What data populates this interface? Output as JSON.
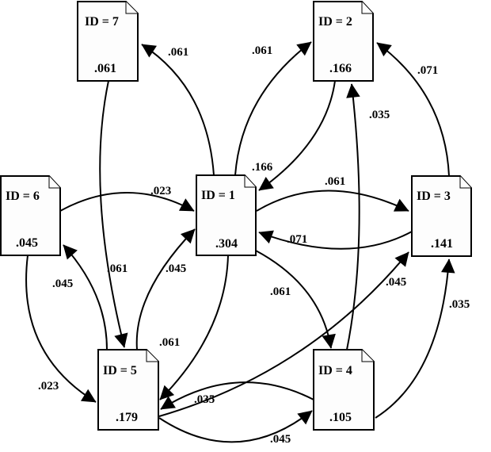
{
  "nodes": [
    {
      "id_label": "ID = 1",
      "value": ".304"
    },
    {
      "id_label": "ID = 2",
      "value": ".166"
    },
    {
      "id_label": "ID = 3",
      "value": ".141"
    },
    {
      "id_label": "ID = 4",
      "value": ".105"
    },
    {
      "id_label": "ID = 5",
      "value": ".179"
    },
    {
      "id_label": "ID = 6",
      "value": ".045"
    },
    {
      "id_label": "ID = 7",
      "value": ".061"
    }
  ],
  "edges": [
    {
      "from": 1,
      "to": 7,
      "label": ".061"
    },
    {
      "from": 1,
      "to": 2,
      "label": ".061"
    },
    {
      "from": 2,
      "to": 1,
      "label": ".166"
    },
    {
      "from": 3,
      "to": 2,
      "label": ".071"
    },
    {
      "from": 4,
      "to": 2,
      "label": ".035"
    },
    {
      "from": 6,
      "to": 1,
      "label": ".023"
    },
    {
      "from": 1,
      "to": 3,
      "label": ".061"
    },
    {
      "from": 3,
      "to": 1,
      "label": ".071"
    },
    {
      "from": 7,
      "to": 5,
      "label": ".061"
    },
    {
      "from": 5,
      "to": 1,
      "label": ".045"
    },
    {
      "from": 5,
      "to": 6,
      "label": ".045"
    },
    {
      "from": 1,
      "to": 5,
      "label": ".061"
    },
    {
      "from": 6,
      "to": 5,
      "label": ".023"
    },
    {
      "from": 5,
      "to": 3,
      "label": ".045"
    },
    {
      "from": 4,
      "to": 3,
      "label": ".035"
    },
    {
      "from": 4,
      "to": 5,
      "label": ".035"
    },
    {
      "from": 5,
      "to": 4,
      "label": ".045"
    },
    {
      "from": 1,
      "to": 4,
      "label": ".061"
    }
  ]
}
